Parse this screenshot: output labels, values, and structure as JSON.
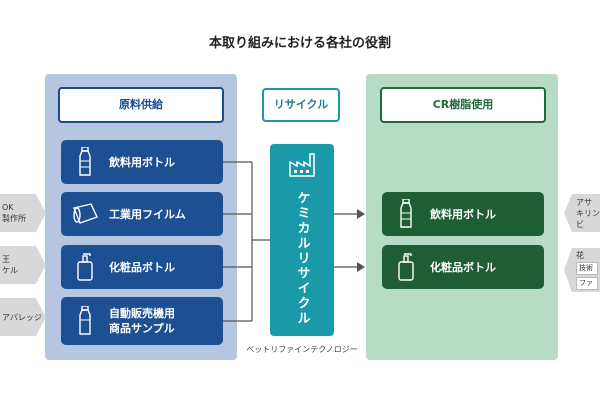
{
  "title": "本取り組みにおける各社の役割",
  "left_panel": {
    "header": "原料供給",
    "items": [
      {
        "label": "飲料用ボトル",
        "icon": "bottle-icon"
      },
      {
        "label": "工業用フイルム",
        "icon": "film-roll-icon"
      },
      {
        "label": "化粧品ボトル",
        "icon": "pump-bottle-icon"
      },
      {
        "label_line1": "自動販売機用",
        "label_line2": "商品サンプル",
        "icon": "bottle-icon"
      }
    ]
  },
  "middle": {
    "header": "リサイクル",
    "process": "ケミカルリサイクル",
    "company": "ペットリファインテクノロジー",
    "icon": "factory-icon"
  },
  "right_panel": {
    "header": "CR樹脂使用",
    "items": [
      {
        "label": "飲料用ボトル",
        "icon": "bottle-icon"
      },
      {
        "label": "化粧品ボトル",
        "icon": "pump-bottle-icon"
      }
    ]
  },
  "left_partners": [
    {
      "line1": "OK",
      "line2": "製作所"
    },
    {
      "line1": "王",
      "line2": "ケル"
    },
    {
      "line1": "アパレッジ",
      "line2": ""
    }
  ],
  "right_partners": [
    {
      "line1": "アサ",
      "line2": "キリンビ"
    },
    {
      "line1": "花",
      "tag1": "技術",
      "tag2": "ファ"
    }
  ],
  "colors": {
    "blue_panel": "#b7c6e0",
    "blue_item": "#1d4f93",
    "green_panel": "#b7dcc5",
    "green_item": "#1f5e32",
    "teal": "#1a9aa8"
  }
}
